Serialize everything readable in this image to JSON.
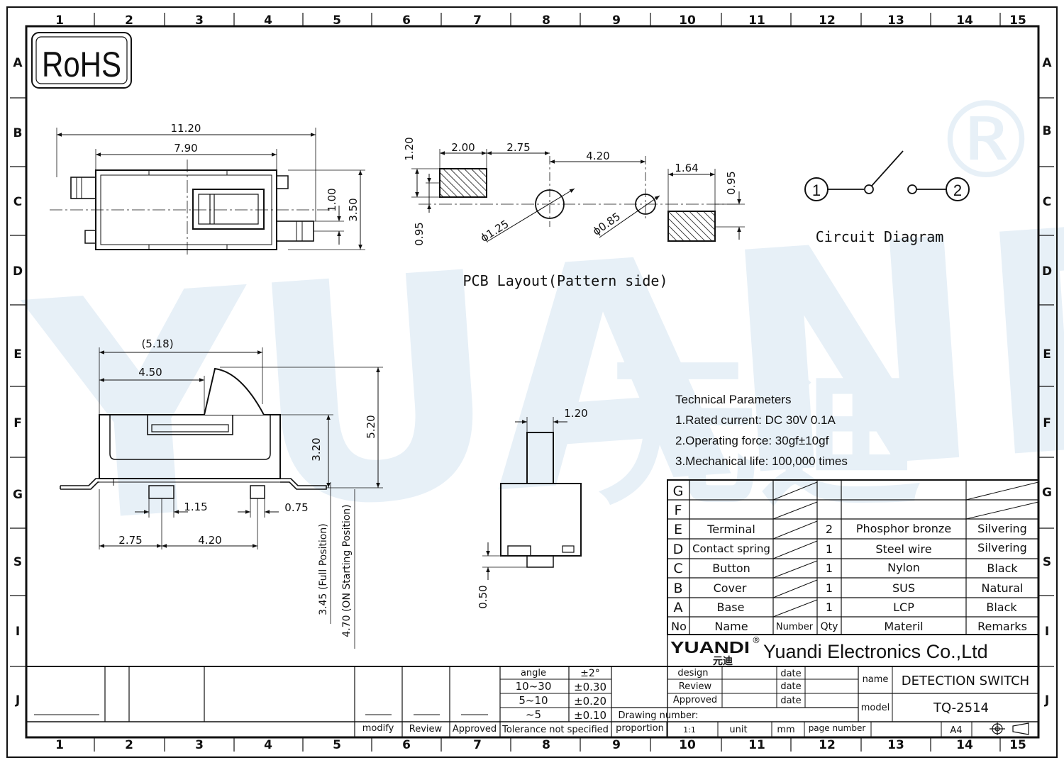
{
  "sheet": {
    "columns": [
      "1",
      "2",
      "3",
      "4",
      "5",
      "6",
      "7",
      "8",
      "9",
      "10",
      "11",
      "12",
      "13",
      "14",
      "15"
    ],
    "rows": [
      "A",
      "B",
      "C",
      "D",
      "E",
      "F",
      "G",
      "S",
      "I",
      "J"
    ]
  },
  "rohs": "RoHS",
  "watermark": {
    "letters": "YUANDI",
    "reg": "®",
    "cn": "元迪"
  },
  "top_view": {
    "dim_total": "11.20",
    "dim_body": "7.90",
    "dim_slot": "1.00",
    "dim_height": "3.50"
  },
  "pcb": {
    "title": "PCB Layout(Pattern side)",
    "dim_pad_w": "2.00",
    "dim_gap": "2.75",
    "dim_pitch": "4.20",
    "dim_pad_r_w": "1.64",
    "dim_pad_h": "1.20",
    "dim_pad_r_h": "0.95",
    "dim_offset": "0.95",
    "hole_big": "ϕ1.25",
    "hole_small": "ϕ0.85"
  },
  "circuit": {
    "title": "Circuit Diagram",
    "pin1": "1",
    "pin2": "2"
  },
  "side_view": {
    "dim_full": "(5.18)",
    "dim_lever": "4.50",
    "dim_h_total": "5.20",
    "dim_h_body": "3.20",
    "dim_peg": "1.15",
    "dim_peg2": "0.75",
    "dim_a": "2.75",
    "dim_b": "4.20",
    "full_pos": "3.45 (Full Position)",
    "on_pos": "4.70 (ON Starting Position)"
  },
  "front_view": {
    "dim_w": "1.20",
    "dim_h": "0.50"
  },
  "tech": {
    "title": "Technical Parameters",
    "lines": [
      "1.Rated current: DC 30V 0.1A",
      "2.Operating force: 30gf±10gf",
      "3.Mechanical life: 100,000 times"
    ]
  },
  "bom": {
    "header": {
      "no": "No",
      "name": "Name",
      "number": "Number",
      "qty": "Qty",
      "material": "Materil",
      "remarks": "Remarks"
    },
    "rows": [
      {
        "no": "G",
        "name": "",
        "qty": "",
        "material": "",
        "remarks": ""
      },
      {
        "no": "F",
        "name": "",
        "qty": "",
        "material": "",
        "remarks": ""
      },
      {
        "no": "E",
        "name": "Terminal",
        "qty": "2",
        "material": "Phosphor bronze",
        "remarks": "Silvering"
      },
      {
        "no": "D",
        "name": "Contact spring",
        "qty": "1",
        "material": "Steel wire",
        "remarks": "Silvering"
      },
      {
        "no": "C",
        "name": "Button",
        "qty": "1",
        "material": "Nylon",
        "remarks": "Black"
      },
      {
        "no": "B",
        "name": "Cover",
        "qty": "1",
        "material": "SUS",
        "remarks": "Natural"
      },
      {
        "no": "A",
        "name": "Base",
        "qty": "1",
        "material": "LCP",
        "remarks": "Black"
      }
    ]
  },
  "company": {
    "logo": "YUANDI",
    "logo_cn": "元迪",
    "reg": "®",
    "name": "Yuandi Electronics Co.,Ltd"
  },
  "title_block": {
    "design": "design",
    "review": "Review",
    "approved": "Approved",
    "date": "date",
    "name_label": "name",
    "name_value": "DETECTION SWITCH",
    "model_label": "model",
    "model_value": "TQ-2514",
    "drawing_number": "Drawing number:",
    "proportion": "proportion",
    "scale": "1:1",
    "unit": "unit",
    "unit_value": "mm",
    "page_number": "page number",
    "size": "A4"
  },
  "tolerance": {
    "angle": "angle",
    "angle_v": "±2°",
    "r1": "10~30",
    "r1_v": "±0.30",
    "r2": "5~10",
    "r2_v": "±0.20",
    "r3": "~5",
    "r3_v": "±0.10",
    "caption": "Tolerance not specified"
  },
  "revision": {
    "modify": "modify",
    "review": "Review",
    "approved": "Approved"
  }
}
